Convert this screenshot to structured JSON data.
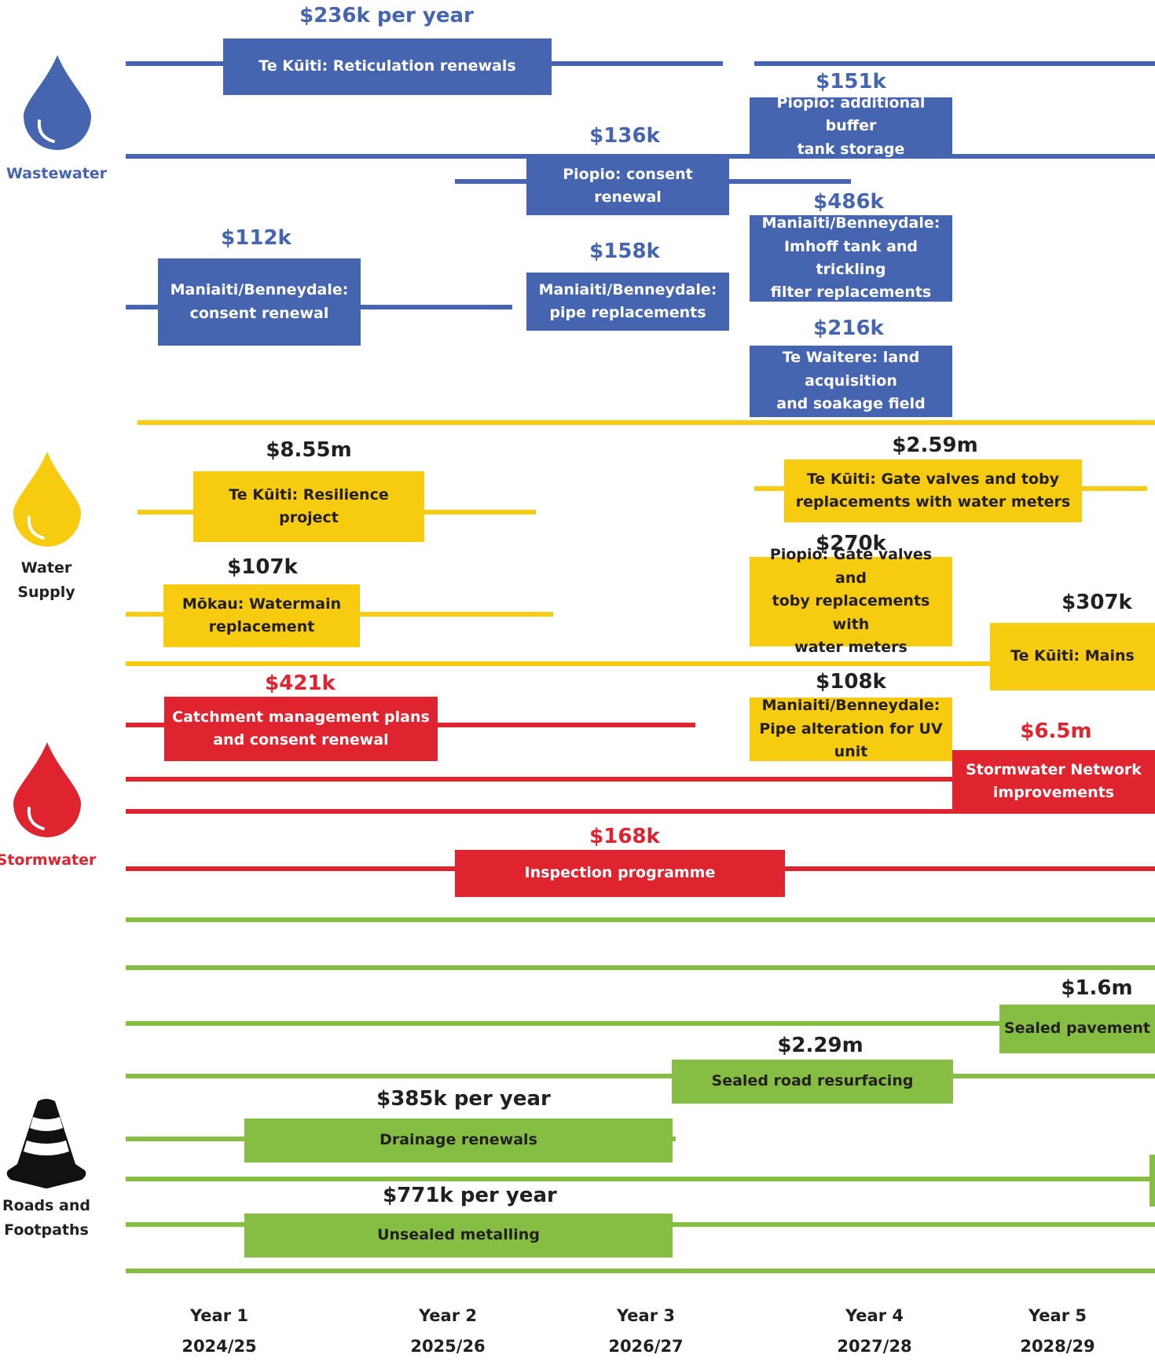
{
  "categories": {
    "wastewater": {
      "label": "Wastewater",
      "icon": "water-drop-icon",
      "color": "#4565b1"
    },
    "water_supply": {
      "label": "Water\nSupply",
      "icon": "water-drop-icon",
      "color": "#f7cb0f"
    },
    "stormwater": {
      "label": "Stormwater",
      "icon": "water-drop-icon",
      "color": "#df232f"
    },
    "roads": {
      "label": "Roads and\nFootpaths",
      "icon": "traffic-cone-icon",
      "color": "#86be43"
    }
  },
  "projects": {
    "ww_reticulation": {
      "label": "Te Kūiti: Reticulation renewals",
      "cost": "$236k per year"
    },
    "ww_piopio_buffer": {
      "label": "Piopio: additional buffer\ntank storage",
      "cost": "$151k"
    },
    "ww_piopio_consent": {
      "label": "Piopio: consent renewal",
      "cost": "$136k"
    },
    "ww_imhoff": {
      "label": "Maniaiti/Benneydale:\nImhoff tank and trickling\nfilter replacements",
      "cost": "$486k"
    },
    "ww_maniaiti_consent": {
      "label": "Maniaiti/Benneydale:\nconsent renewal",
      "cost": "$112k"
    },
    "ww_maniaiti_pipes": {
      "label": "Maniaiti/Benneydale:\npipe replacements",
      "cost": "$158k"
    },
    "ww_te_waitere": {
      "label": "Te Waitere: land acquisition\nand soakage field",
      "cost": "$216k"
    },
    "ws_resilience": {
      "label": "Te Kūiti: Resilience project",
      "cost": "$8.55m"
    },
    "ws_tekuiti_gate": {
      "label": "Te Kūiti: Gate valves and toby\nreplacements with water meters",
      "cost": "$2.59m"
    },
    "ws_piopio_gate": {
      "label": "Piopio: Gate valves and\ntoby replacements with\nwater meters",
      "cost": "$270k"
    },
    "ws_mokau": {
      "label": "Mōkau:  Watermain\nreplacement",
      "cost": "$107k"
    },
    "ws_mains": {
      "label": "Te Kūiti: Mains",
      "cost": "$307k"
    },
    "ws_uv": {
      "label": "Maniaiti/Benneydale:\nPipe alteration for UV unit",
      "cost": "$108k"
    },
    "sw_catchment": {
      "label": "Catchment management plans\nand consent renewal",
      "cost": "$421k"
    },
    "sw_network": {
      "label": "Stormwater Network\nimprovements",
      "cost": "$6.5m"
    },
    "sw_inspection": {
      "label": "Inspection programme",
      "cost": "$168k"
    },
    "rd_sealed_pavement": {
      "label": "Sealed pavement",
      "cost": "$1.6m"
    },
    "rd_resurfacing": {
      "label": "Sealed road resurfacing",
      "cost": "$2.29m"
    },
    "rd_drainage": {
      "label": "Drainage renewals",
      "cost": "$385k per year"
    },
    "rd_metalling": {
      "label": "Unsealed metalling",
      "cost": "$771k per year"
    }
  },
  "years": [
    {
      "label": "Year 1",
      "period": "2024/25"
    },
    {
      "label": "Year 2",
      "period": "2025/26"
    },
    {
      "label": "Year 3",
      "period": "2026/27"
    },
    {
      "label": "Year 4",
      "period": "2027/28"
    },
    {
      "label": "Year 5",
      "period": "2028/29"
    }
  ]
}
